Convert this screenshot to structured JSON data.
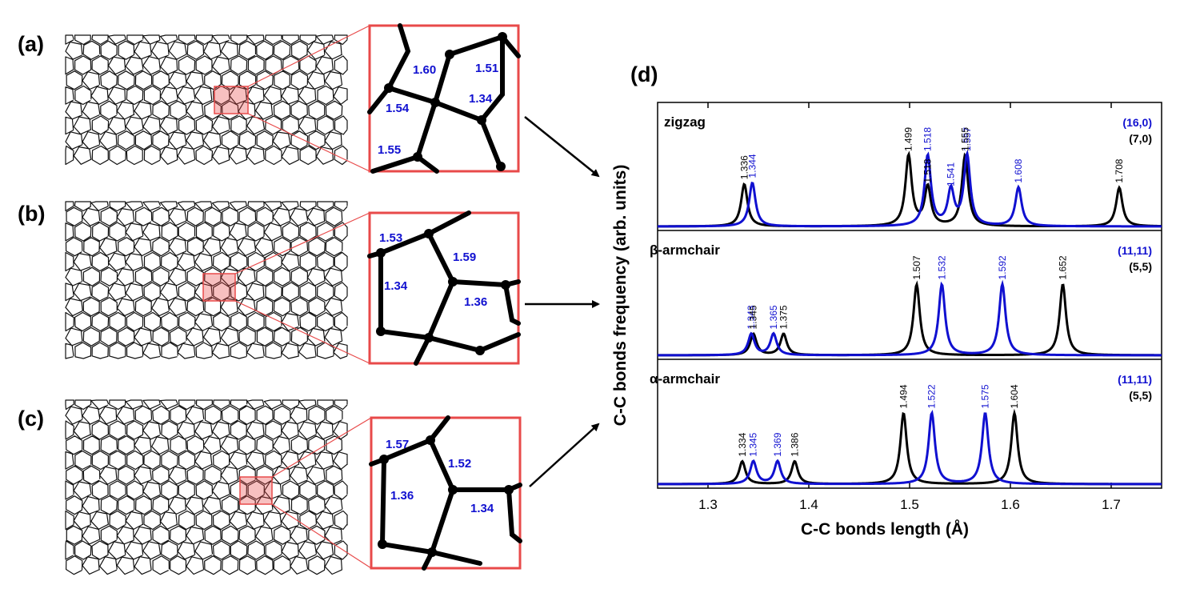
{
  "panels": [
    {
      "label": "(a)",
      "bonds": [
        "1.60",
        "1.51",
        "1.54",
        "1.34",
        "1.55"
      ]
    },
    {
      "label": "(b)",
      "bonds": [
        "1.53",
        "1.59",
        "1.34",
        "1.36"
      ]
    },
    {
      "label": "(c)",
      "bonds": [
        "1.57",
        "1.52",
        "1.36",
        "1.34"
      ]
    }
  ],
  "chart_label": "(d)",
  "colors": {
    "black_series": "#000000",
    "blue_series": "#1010d0",
    "highlight": "#e84a4a"
  },
  "chart_data": {
    "type": "line",
    "xlabel": "C-C bonds length (Å)",
    "ylabel": "C-C bonds frequency (arb. units)",
    "xlim": [
      1.25,
      1.75
    ],
    "xticks": [
      "1.3",
      "1.4",
      "1.5",
      "1.6",
      "1.7"
    ],
    "xtick_values": [
      1.3,
      1.4,
      1.5,
      1.6,
      1.7
    ],
    "subplots": [
      {
        "title": "zigzag",
        "series": [
          {
            "name": "(16,0)",
            "color": "#1010d0",
            "peaks": [
              {
                "x": 1.344,
                "h": 0.62,
                "label": "1.344"
              },
              {
                "x": 1.518,
                "h": 1.0,
                "label": "1.518"
              },
              {
                "x": 1.541,
                "h": 0.5,
                "label": "1.541"
              },
              {
                "x": 1.557,
                "h": 1.0,
                "label": "1.557"
              },
              {
                "x": 1.608,
                "h": 0.55,
                "label": "1.608"
              }
            ]
          },
          {
            "name": "(7,0)",
            "color": "#000000",
            "peaks": [
              {
                "x": 1.336,
                "h": 0.6,
                "label": "1.336"
              },
              {
                "x": 1.499,
                "h": 1.0,
                "label": "1.499"
              },
              {
                "x": 1.518,
                "h": 0.55,
                "label": "1.518"
              },
              {
                "x": 1.555,
                "h": 1.0,
                "label": "1.555"
              },
              {
                "x": 1.708,
                "h": 0.55,
                "label": "1.708"
              }
            ]
          }
        ]
      },
      {
        "title": "β-armchair",
        "series": [
          {
            "name": "(11,11)",
            "color": "#1010d0",
            "peaks": [
              {
                "x": 1.343,
                "h": 0.3,
                "label": "1.343"
              },
              {
                "x": 1.365,
                "h": 0.3,
                "label": "1.365"
              },
              {
                "x": 1.532,
                "h": 1.0,
                "label": "1.532"
              },
              {
                "x": 1.592,
                "h": 1.0,
                "label": "1.592"
              }
            ]
          },
          {
            "name": "(5,5)",
            "color": "#000000",
            "peaks": [
              {
                "x": 1.345,
                "h": 0.3,
                "label": "1.345"
              },
              {
                "x": 1.375,
                "h": 0.3,
                "label": "1.375"
              },
              {
                "x": 1.507,
                "h": 1.0,
                "label": "1.507"
              },
              {
                "x": 1.652,
                "h": 1.0,
                "label": "1.652"
              }
            ]
          }
        ]
      },
      {
        "title": "α-armchair",
        "series": [
          {
            "name": "(11,11)",
            "color": "#1010d0",
            "peaks": [
              {
                "x": 1.345,
                "h": 0.32,
                "label": "1.345"
              },
              {
                "x": 1.369,
                "h": 0.32,
                "label": "1.369"
              },
              {
                "x": 1.522,
                "h": 1.0,
                "label": "1.522"
              },
              {
                "x": 1.575,
                "h": 1.0,
                "label": "1.575"
              }
            ]
          },
          {
            "name": "(5,5)",
            "color": "#000000",
            "peaks": [
              {
                "x": 1.334,
                "h": 0.32,
                "label": "1.334"
              },
              {
                "x": 1.386,
                "h": 0.32,
                "label": "1.386"
              },
              {
                "x": 1.494,
                "h": 1.0,
                "label": "1.494"
              },
              {
                "x": 1.604,
                "h": 1.0,
                "label": "1.604"
              }
            ]
          }
        ]
      }
    ]
  }
}
